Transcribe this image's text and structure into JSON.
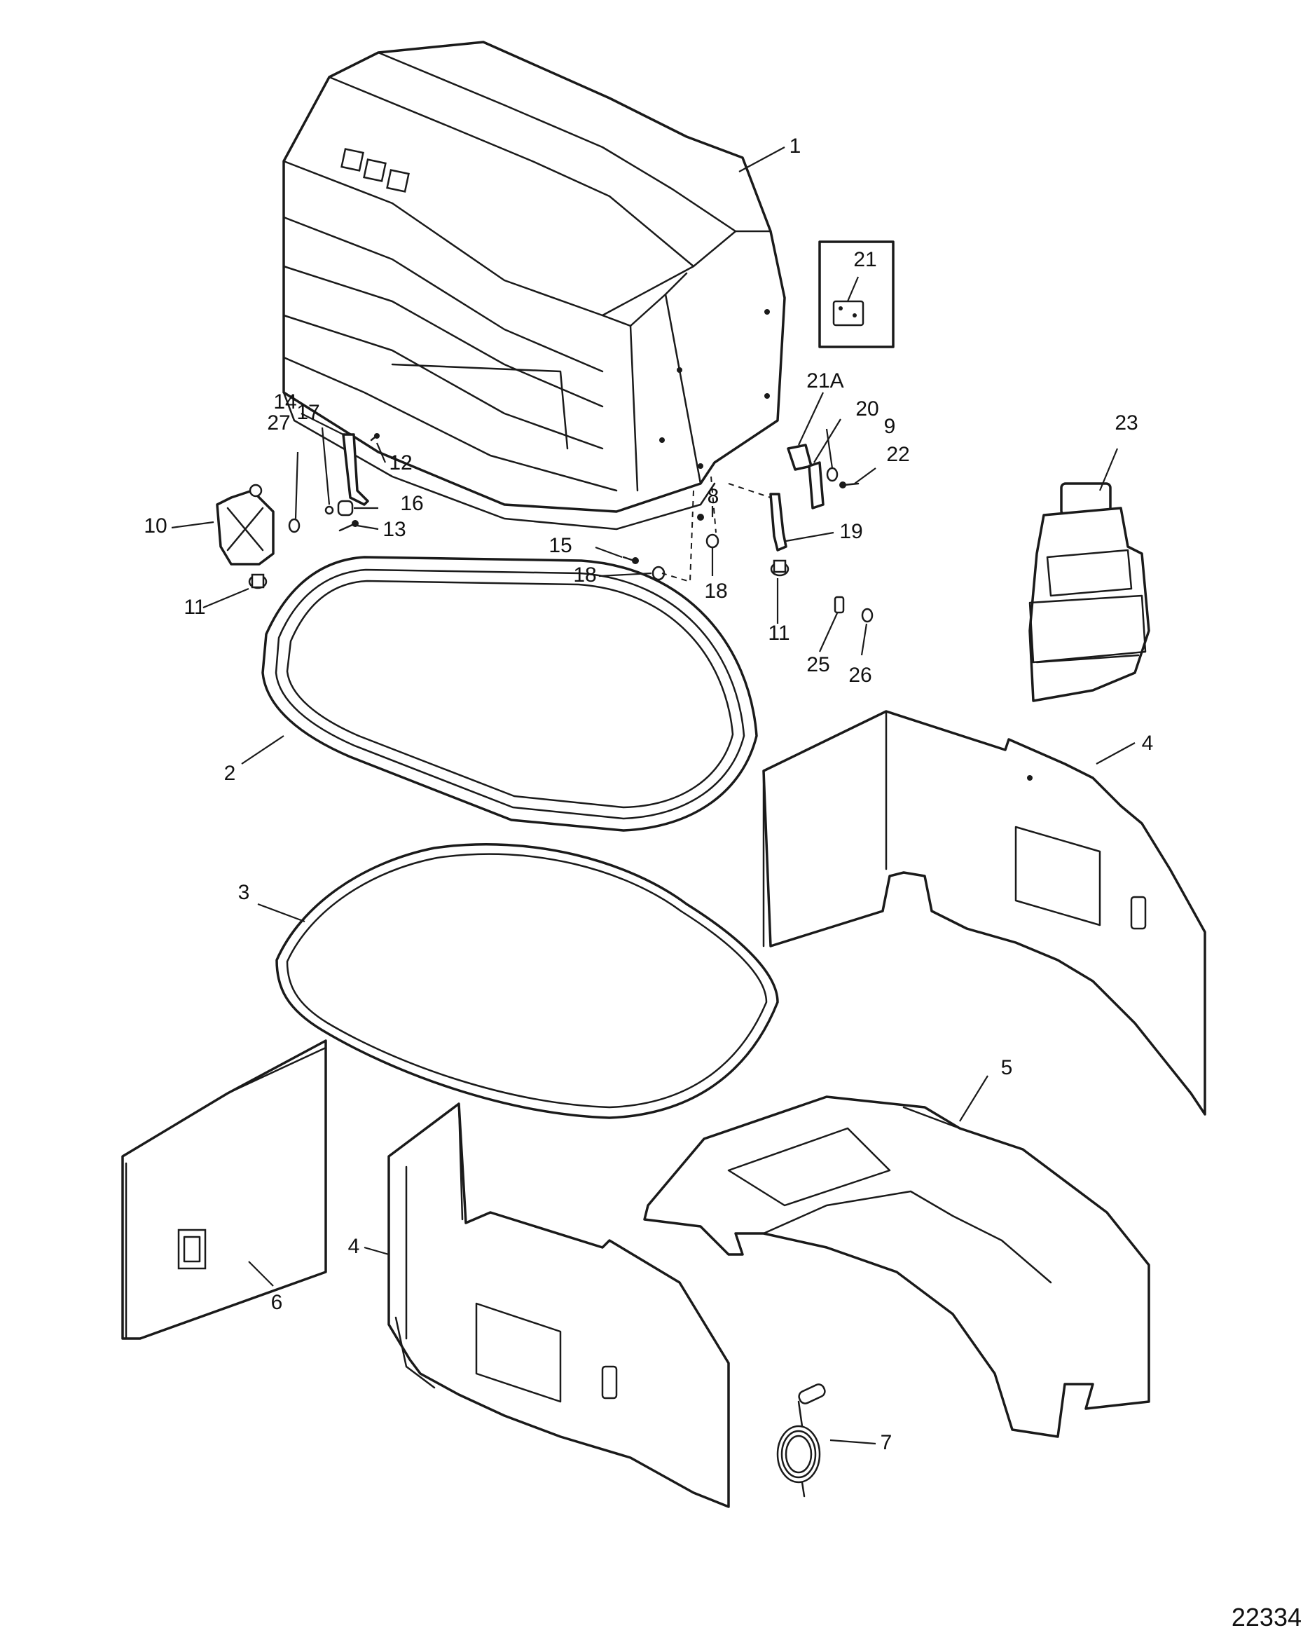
{
  "diagram": {
    "document_number": "22334",
    "callouts": {
      "c1": "1",
      "c2": "2",
      "c3": "3",
      "c4_right": "4",
      "c4_left": "4",
      "c5": "5",
      "c6": "6",
      "c7": "7",
      "c8": "8",
      "c9": "9",
      "c10": "10",
      "c11_left": "11",
      "c11_right": "11",
      "c12": "12",
      "c13": "13",
      "c14": "14",
      "c15": "15",
      "c16": "16",
      "c17": "17",
      "c18_left": "18",
      "c18_right": "18",
      "c19": "19",
      "c20": "20",
      "c21": "21",
      "c21a": "21A",
      "c22": "22",
      "c23": "23",
      "c25": "25",
      "c26": "26",
      "c27": "27"
    }
  }
}
